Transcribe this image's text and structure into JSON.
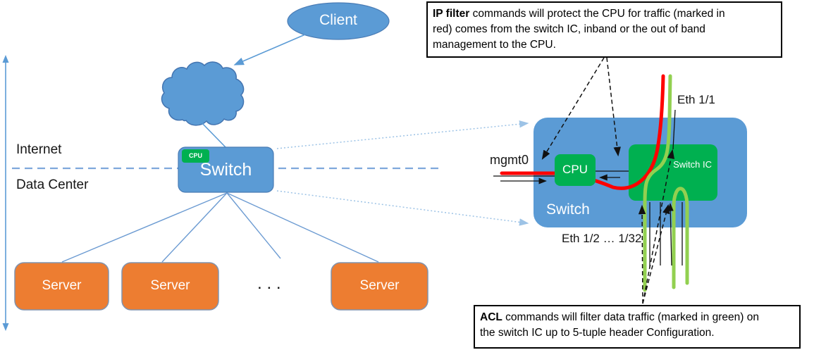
{
  "palette": {
    "node_blue": "#5B9BD5",
    "node_blue_border": "#4A7CB5",
    "green": "#00B050",
    "light_green_line": "#92D050",
    "red_line": "#FF0000",
    "server_orange": "#ED7D31",
    "light_blue_arrow": "#9DC3E6",
    "divider_blue": "#7FA8DC"
  },
  "topology": {
    "internet_label": "Internet",
    "data_center_label": "Data Center",
    "client_label": "Client",
    "switch_label": "Switch",
    "switch_cpu_badge": "CPU",
    "servers": [
      "Server",
      "Server",
      "Server"
    ],
    "ellipsis": ". . ."
  },
  "switch_detail": {
    "title": "Switch",
    "cpu": "CPU",
    "switch_ic": "Switch IC",
    "mgmt_port": "mgmt0",
    "eth_port_top": "Eth 1/1",
    "eth_port_range": "Eth 1/2 … 1/32"
  },
  "notes": {
    "ip_filter": {
      "keyword": "IP filter",
      "line1": " commands will protect the CPU for traffic (marked in",
      "line2": "red) comes from the switch IC, inband or the out of band",
      "line3": "management to the CPU."
    },
    "acl": {
      "keyword": "ACL",
      "line1": " commands will filter data traffic (marked in green) on",
      "line2": "the switch IC up to 5-tuple header Configuration."
    }
  }
}
